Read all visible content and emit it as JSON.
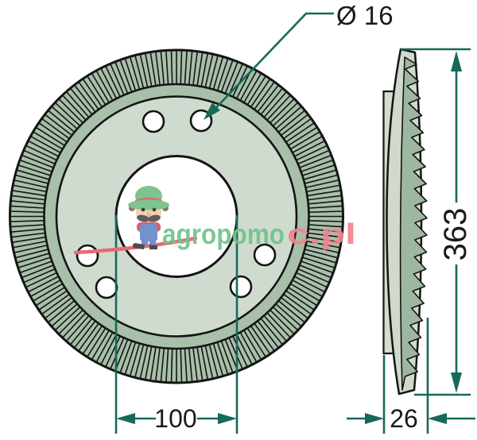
{
  "diagram": {
    "title": "friction disc technical drawing",
    "labels": {
      "hole_diameter": "Ø 16",
      "bore_diameter": "100",
      "outer_diameter": "363",
      "thickness": "26"
    }
  },
  "watermark": {
    "brand_part_green": "agropomo",
    "brand_part_red": "c.pl"
  },
  "colors": {
    "dimension_line": "#17695a",
    "rim_fill": "#a8bfa9",
    "disc_fill": "#cfdbce",
    "outline": "#141414",
    "logo_green": "#72c28e",
    "logo_red": "#f2848f",
    "swoosh_red": "#e96a74"
  }
}
